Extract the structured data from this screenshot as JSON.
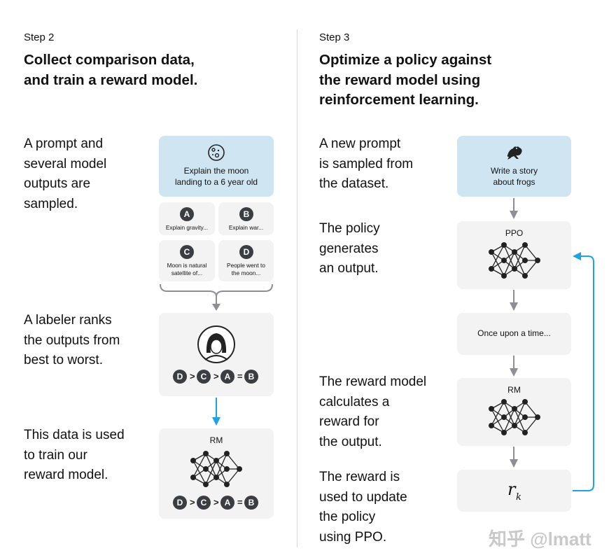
{
  "step2": {
    "label": "Step 2",
    "title_line1": "Collect comparison data,",
    "title_line2": "and train a reward model.",
    "desc1": "A prompt and\nseveral model\noutputs are\nsampled.",
    "desc2": "A labeler ranks\nthe outputs from\nbest to worst.",
    "desc3": "This data is used\nto train our\nreward model.",
    "prompt_icon": "moon-icon",
    "prompt_text": "Explain the moon\nlanding to a 6 year old",
    "outputs": [
      {
        "letter": "A",
        "text": "Explain gravity..."
      },
      {
        "letter": "B",
        "text": "Explain war..."
      },
      {
        "letter": "C",
        "text": "Moon is natural\nsatellite of..."
      },
      {
        "letter": "D",
        "text": "People went to\nthe moon..."
      }
    ],
    "labeler_icon": "labeler-avatar-icon",
    "ranking": [
      "D",
      ">",
      "C",
      ">",
      "A",
      "=",
      "B"
    ],
    "rm_label": "RM",
    "rm_ranking": [
      "D",
      ">",
      "C",
      ">",
      "A",
      "=",
      "B"
    ]
  },
  "step3": {
    "label": "Step 3",
    "title_line1": "Optimize a policy against",
    "title_line2": "the reward model using",
    "title_line3": "reinforcement learning.",
    "desc1": "A new prompt\nis sampled from\nthe dataset.",
    "desc2": "The policy\ngenerates\nan output.",
    "desc3": "The reward model\ncalculates a\nreward for\nthe output.",
    "desc4": "The reward is\nused to update\nthe policy\nusing PPO.",
    "prompt_icon": "frog-icon",
    "prompt_text": "Write a story\nabout frogs",
    "ppo_label": "PPO",
    "output_text": "Once upon a time...",
    "rm_label": "RM",
    "reward_symbol": "r",
    "reward_subscript": "k"
  },
  "watermark": "知乎 @lmatt",
  "colors": {
    "blue_box": "#cfe6f2",
    "gray_box": "#f3f3f3",
    "badge": "#3a3d42",
    "arrow_gray": "#8e8e94",
    "arrow_blue": "#1ea3e0"
  }
}
